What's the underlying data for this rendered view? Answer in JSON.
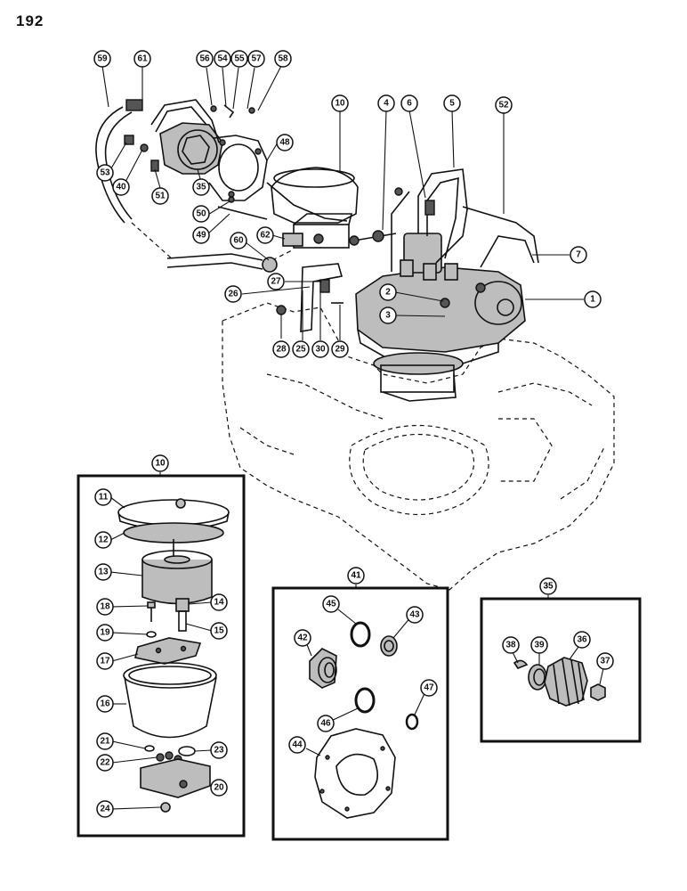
{
  "page": {
    "number": "192"
  },
  "diagram": {
    "main_callouts": [
      "59",
      "61",
      "56",
      "54",
      "55",
      "57",
      "58",
      "10",
      "4",
      "6",
      "5",
      "52",
      "53",
      "40",
      "35",
      "48",
      "51",
      "50",
      "49",
      "60",
      "62",
      "27",
      "26",
      "7",
      "1",
      "2",
      "3",
      "28",
      "25",
      "30",
      "29"
    ],
    "filter_inset": {
      "title": "10",
      "callouts": [
        "11",
        "12",
        "13",
        "18",
        "14",
        "19",
        "15",
        "17",
        "16",
        "21",
        "23",
        "22",
        "20",
        "24"
      ]
    },
    "seal_kit_inset": {
      "title": "41",
      "callouts": [
        "45",
        "43",
        "42",
        "46",
        "47",
        "44"
      ]
    },
    "gear_inset": {
      "title": "35",
      "callouts": [
        "38",
        "39",
        "36",
        "37"
      ]
    }
  }
}
